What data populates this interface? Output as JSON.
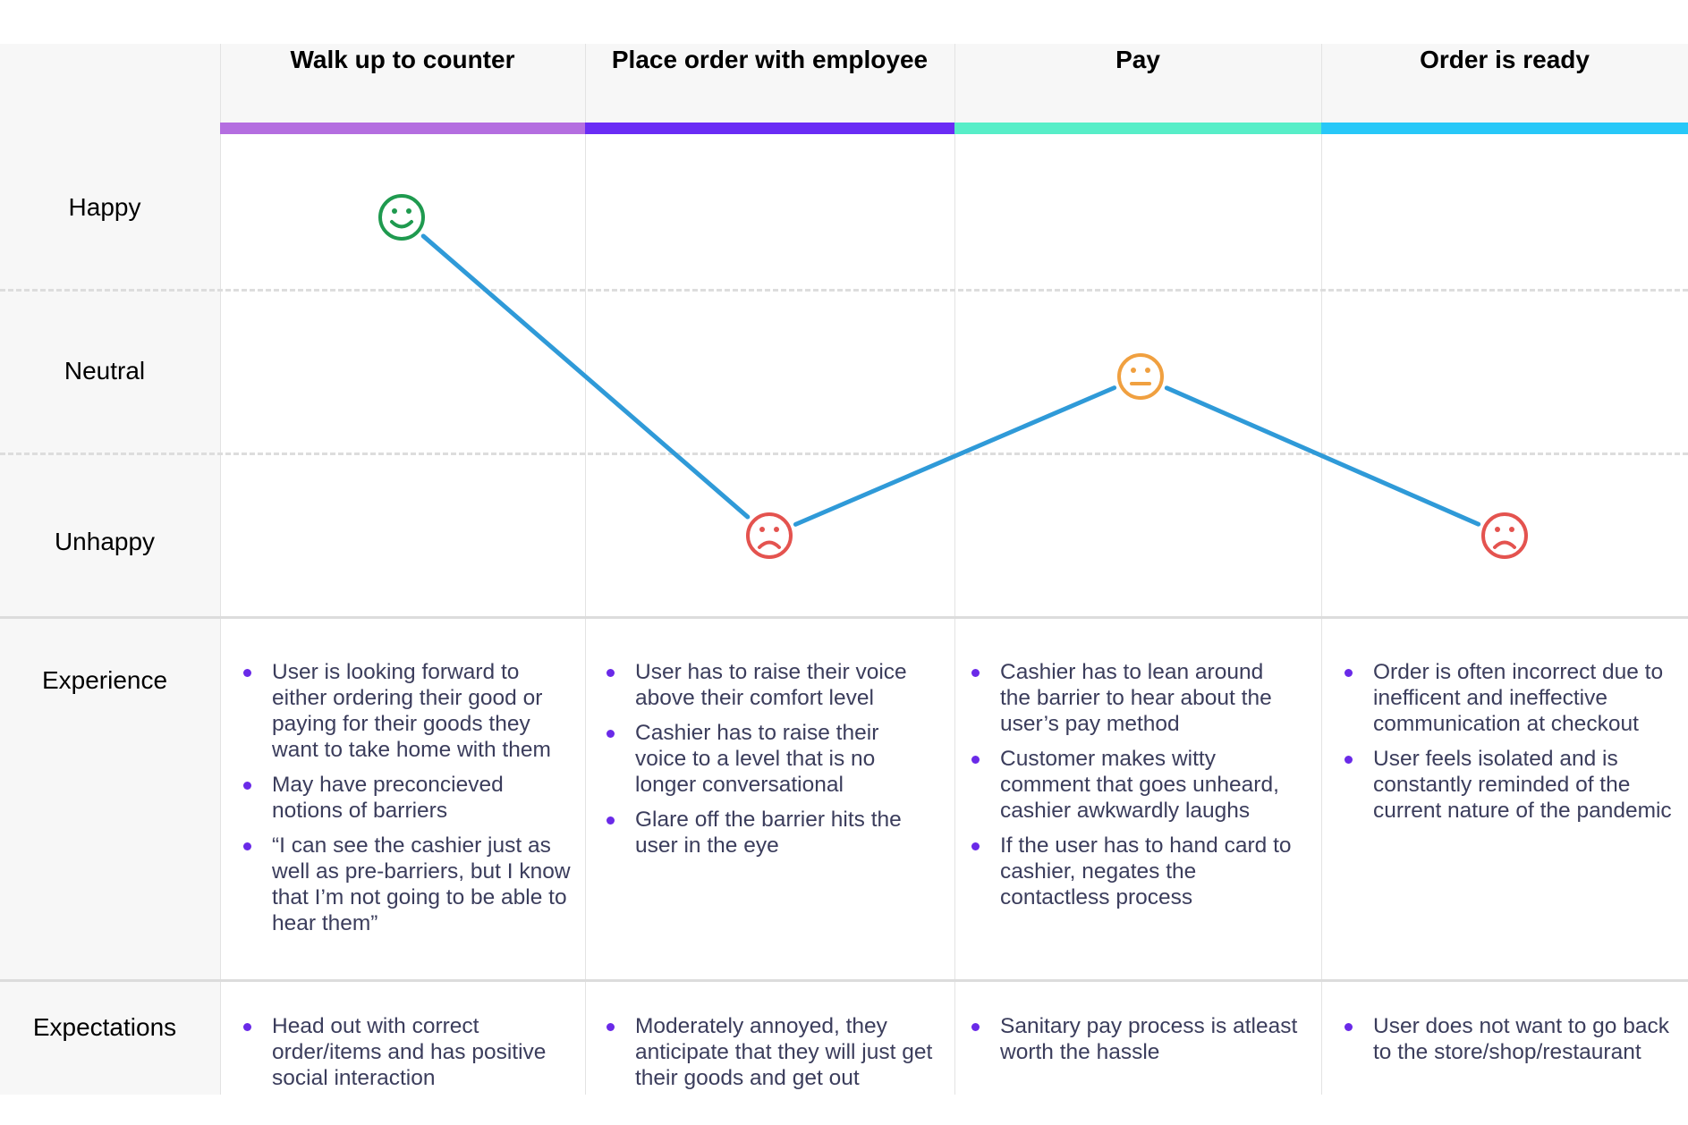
{
  "stages": [
    {
      "title": "Walk up to counter",
      "color": "#b46ee0"
    },
    {
      "title": "Place order with employee",
      "color": "#6a2cf5"
    },
    {
      "title": "Pay",
      "color": "#57eec8"
    },
    {
      "title": "Order is ready",
      "color": "#27c8f8"
    }
  ],
  "rows": {
    "happy": "Happy",
    "neutral": "Neutral",
    "unhappy": "Unhappy",
    "experience": "Experience",
    "expectations": "Expectations"
  },
  "chart_data": {
    "type": "line",
    "levels": [
      "Unhappy",
      "Neutral",
      "Happy"
    ],
    "points": [
      {
        "stage": "Walk up to counter",
        "mood": "Happy",
        "position": "center"
      },
      {
        "stage": "Place order with employee",
        "mood": "Unhappy",
        "position": "center"
      },
      {
        "stage": "Pay",
        "mood": "Neutral",
        "position": "center"
      },
      {
        "stage": "Order is ready",
        "mood": "Unhappy",
        "position": "center"
      }
    ],
    "line_color": "#2f9ad8",
    "mood_colors": {
      "Happy": "#1f9a4f",
      "Neutral": "#f0a040",
      "Unhappy": "#e4534f"
    },
    "icons": {
      "Happy": "smiley-face-icon",
      "Neutral": "neutral-face-icon",
      "Unhappy": "sad-face-icon"
    }
  },
  "experience": [
    [
      "User is looking forward to either ordering their good or paying for their goods they want to take home with them",
      "May have preconcieved notions of barriers",
      "“I can see the cashier just as well as pre-barriers, but I know that I’m not going to be able to hear them”"
    ],
    [
      "User has to raise their voice above their comfort level",
      "Cashier has to raise their voice to a level that is no longer conversational",
      "Glare off the barrier hits the user in the eye"
    ],
    [
      "Cashier has to lean around the barrier to hear about the user’s pay method",
      "Customer makes witty comment that goes unheard, cashier awkwardly laughs",
      "If the user has to hand card to cashier, negates the contactless process"
    ],
    [
      "Order is often incorrect due to inefficent and ineffective communication at checkout",
      "User feels isolated and is constantly reminded of the current nature of the pandemic"
    ]
  ],
  "expectations": [
    [
      "Head out with correct order/items and has positive social interaction"
    ],
    [
      "Moderately annoyed, they anticipate that they will just get their goods and get out"
    ],
    [
      "Sanitary pay process is atleast worth the hassle"
    ],
    [
      "User does not want to go back to the store/shop/restaurant"
    ]
  ]
}
